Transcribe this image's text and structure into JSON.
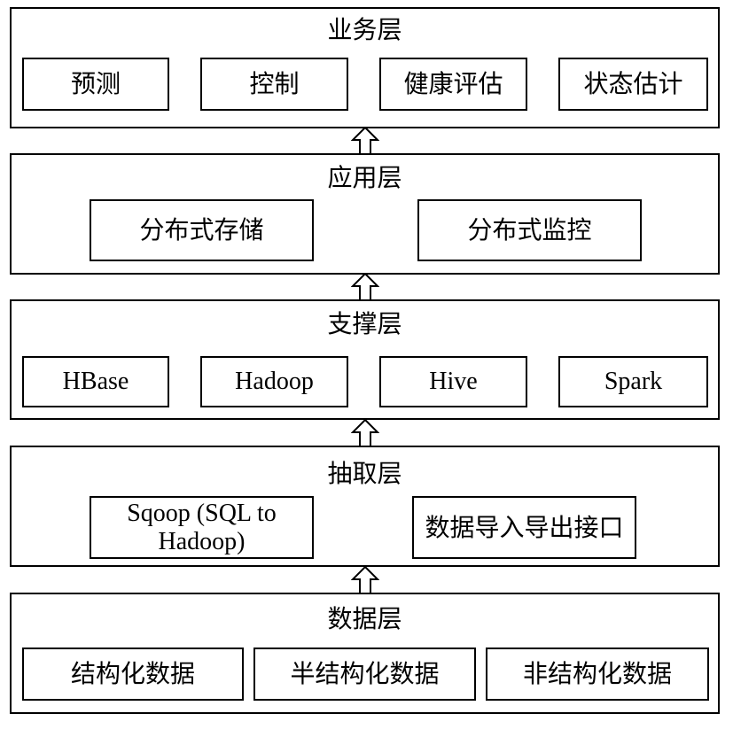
{
  "layers": {
    "business": {
      "title": "业务层",
      "boxes": [
        "预测",
        "控制",
        "健康评估",
        "状态估计"
      ]
    },
    "application": {
      "title": "应用层",
      "boxes": [
        "分布式存储",
        "分布式监控"
      ]
    },
    "support": {
      "title": "支撑层",
      "boxes": [
        "HBase",
        "Hadoop",
        "Hive",
        "Spark"
      ]
    },
    "extraction": {
      "title": "抽取层",
      "boxes": [
        "Sqoop (SQL to Hadoop)",
        "数据导入导出接口"
      ]
    },
    "data": {
      "title": "数据层",
      "boxes": [
        "结构化数据",
        "半结构化数据",
        "非结构化数据"
      ]
    }
  }
}
